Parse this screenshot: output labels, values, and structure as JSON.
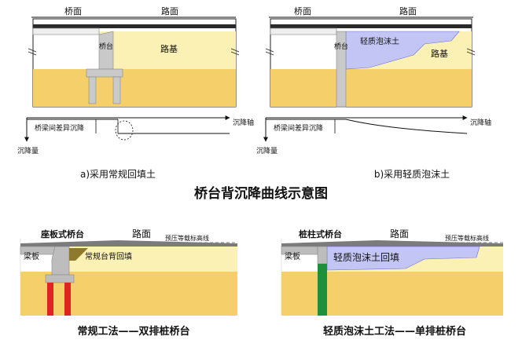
{
  "colors": {
    "sand": "#f5cf6a",
    "roadbed": "#fcf1b4",
    "roadbed_light": "#fdf6cf",
    "foam": "#c3c6f5",
    "abutment": "#c9c9c9",
    "pile_red": "#e02424",
    "pile_green": "#1e8f3a",
    "backfill_olive": "#8e7a2c"
  },
  "panel_a": {
    "label_bridge_deck": "桥面",
    "label_road_surface": "路面",
    "label_abutment": "桥台",
    "label_subgrade": "路基",
    "label_diff_settlement": "桥梁间差异沉降",
    "label_settlement_axis": "沉降轴",
    "label_settlement_amount": "沉降量",
    "caption": "a)采用常规回填土"
  },
  "panel_b": {
    "label_bridge_deck": "桥面",
    "label_road_surface": "路面",
    "label_abutment": "桥台",
    "label_foam": "轻质泡沫土",
    "label_subgrade": "路基",
    "label_diff_settlement": "桥梁间差异沉降",
    "label_settlement_axis": "沉降轴",
    "label_settlement_amount": "沉降量",
    "caption": "b)采用轻质泡沫土"
  },
  "main_title": "桥台背沉降曲线示意图",
  "panel_c": {
    "label_abutment_type": "座板式桥台",
    "label_road_surface": "路面",
    "label_preload": "预压等载标高线",
    "label_beam": "梁板",
    "label_backfill": "常规台背回填",
    "caption": "常规工法——双排桩桥台"
  },
  "panel_d": {
    "label_abutment_type": "桩柱式桥台",
    "label_road_surface": "路面",
    "label_preload": "预压等载标高线",
    "label_beam": "梁板",
    "label_foam_backfill": "轻质泡沫土回填",
    "caption": "轻质泡沫土工法——单排桩桥台"
  }
}
